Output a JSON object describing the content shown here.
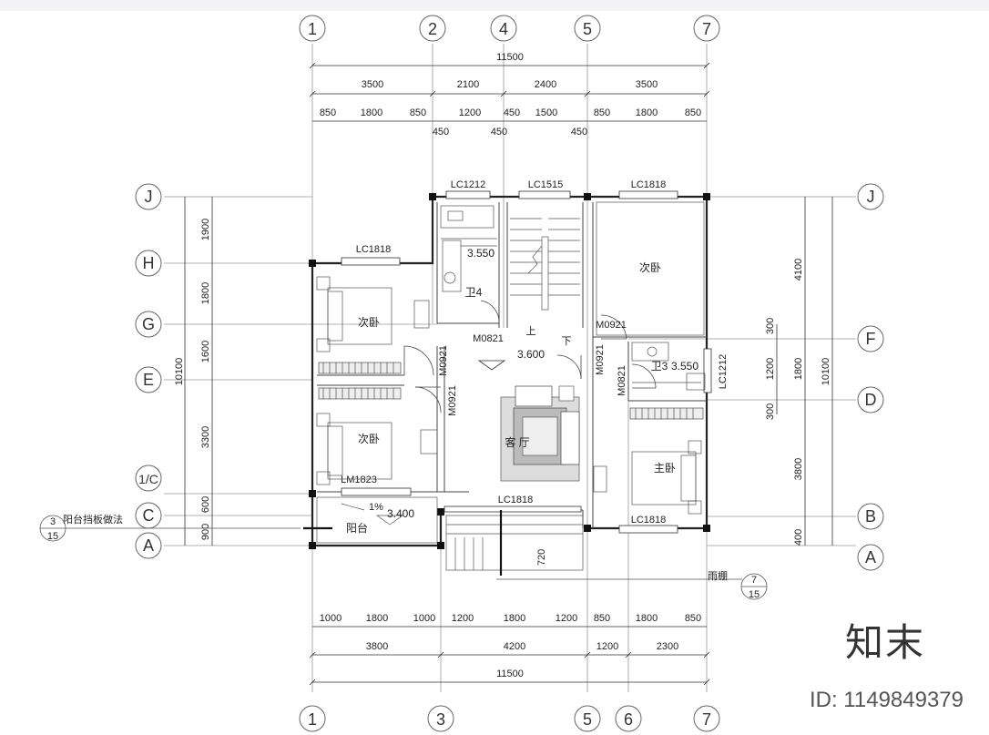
{
  "top_dims": {
    "total": "11500",
    "row2": [
      "3500",
      "2100",
      "2400",
      "3500"
    ],
    "row3": [
      "850",
      "1800",
      "850",
      "1200",
      "450",
      "1500",
      "850",
      "1800",
      "850"
    ],
    "row3b": [
      "450",
      "450",
      "450"
    ]
  },
  "bottom_dims": {
    "row1": [
      "1000",
      "1800",
      "1000",
      "1200",
      "1800",
      "1200",
      "850",
      "1800",
      "850"
    ],
    "row2": [
      "3800",
      "4200",
      "1200",
      "2300"
    ],
    "total": "11500"
  },
  "left_dims": {
    "outer": "10100",
    "inner": [
      "1900",
      "1800",
      "1600",
      "3300",
      "600",
      "900"
    ]
  },
  "right_dims": {
    "outer": "10100",
    "mid": [
      "4100",
      "1800",
      "3800",
      "400"
    ],
    "inner": [
      "300",
      "1200",
      "300"
    ]
  },
  "axes_top": [
    "1",
    "2",
    "4",
    "5",
    "7"
  ],
  "axes_bottom": [
    "1",
    "3",
    "5",
    "6",
    "7"
  ],
  "axes_left": [
    "J",
    "H",
    "G",
    "E",
    "1/C",
    "C",
    "A"
  ],
  "axes_right": [
    "J",
    "F",
    "D",
    "B",
    "A"
  ],
  "windows": [
    "LC1212",
    "LC1515",
    "LC1818",
    "LC1818",
    "LC1818",
    "LC1818",
    "LC1212",
    "LM1823"
  ],
  "doors": [
    "M0821",
    "M0921",
    "M0921",
    "M0921",
    "M0821",
    "M0921"
  ],
  "rooms": {
    "bath4": "卫4",
    "bedroom_nw": "次卧",
    "bedroom_sw": "次卧",
    "bedroom_ne": "次卧",
    "bath3": "卫3",
    "living": "客 厅",
    "master": "主卧",
    "balcony": "阳台"
  },
  "elevations": [
    "3.550",
    "3.600",
    "3.550",
    "3.400"
  ],
  "slope": "1%",
  "stair_up": "上",
  "stair_down": "下",
  "stair_width": "720",
  "notes": {
    "balcony_detail": "阳台挡板做法",
    "canopy": "雨棚"
  },
  "detail_marks": [
    {
      "num": "3",
      "sheet": "15"
    },
    {
      "num": "7",
      "sheet": "15"
    }
  ],
  "watermark": {
    "brand": "知末",
    "id": "ID: 1149849379"
  }
}
